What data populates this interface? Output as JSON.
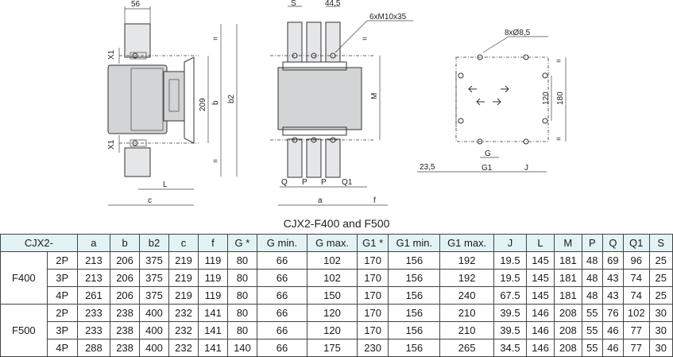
{
  "drawing": {
    "dims_left": {
      "w56": "56",
      "x1_top": "X1",
      "x1_bottom": "X1",
      "d209": "209",
      "b": "b",
      "b2": "b2",
      "L": "L",
      "c": "c",
      "ii_top": "=",
      "ii_bottom": "="
    },
    "dims_mid": {
      "S": "S",
      "w44": "44,5",
      "bolts": "6xM10x35",
      "M": "M",
      "Q": "Q",
      "P1": "P",
      "P2": "P",
      "Q1": "Q1",
      "a": "a",
      "f": "f",
      "ii": "="
    },
    "dims_right": {
      "holes": "8xØ8,5",
      "d120": "120",
      "d180": "180",
      "G": "G",
      "G1": "G1",
      "J": "J",
      "d235": "23,5",
      "ii_top": "=",
      "ii_bottom": "="
    }
  },
  "title": "CJX2-F400 and F500",
  "table": {
    "headers": [
      "CJX2-",
      "a",
      "b",
      "b2",
      "c",
      "f",
      "G *",
      "G min.",
      "G max.",
      "G1 *",
      "G1 min.",
      "G1 max.",
      "J",
      "L",
      "M",
      "P",
      "Q",
      "Q1",
      "S"
    ],
    "groups": [
      {
        "model": "F400",
        "rows": [
          {
            "poles": "2P",
            "values": [
              "213",
              "206",
              "375",
              "219",
              "119",
              "80",
              "66",
              "102",
              "170",
              "156",
              "192",
              "19.5",
              "145",
              "181",
              "48",
              "69",
              "96",
              "25"
            ]
          },
          {
            "poles": "3P",
            "values": [
              "213",
              "206",
              "375",
              "219",
              "119",
              "80",
              "66",
              "102",
              "170",
              "156",
              "192",
              "19.5",
              "145",
              "181",
              "48",
              "43",
              "74",
              "25"
            ]
          },
          {
            "poles": "4P",
            "values": [
              "261",
              "206",
              "375",
              "219",
              "119",
              "80",
              "66",
              "150",
              "170",
              "156",
              "240",
              "67.5",
              "145",
              "181",
              "48",
              "43",
              "74",
              "25"
            ]
          }
        ]
      },
      {
        "model": "F500",
        "rows": [
          {
            "poles": "2P",
            "values": [
              "233",
              "238",
              "400",
              "232",
              "141",
              "80",
              "66",
              "120",
              "170",
              "156",
              "210",
              "39.5",
              "146",
              "208",
              "55",
              "76",
              "102",
              "30"
            ]
          },
          {
            "poles": "3P",
            "values": [
              "233",
              "238",
              "400",
              "232",
              "141",
              "80",
              "66",
              "120",
              "170",
              "156",
              "210",
              "39.5",
              "146",
              "208",
              "55",
              "46",
              "77",
              "30"
            ]
          },
          {
            "poles": "4P",
            "values": [
              "288",
              "238",
              "400",
              "232",
              "141",
              "140",
              "66",
              "175",
              "230",
              "156",
              "265",
              "34.5",
              "146",
              "208",
              "55",
              "46",
              "77",
              "30"
            ]
          }
        ]
      }
    ]
  }
}
